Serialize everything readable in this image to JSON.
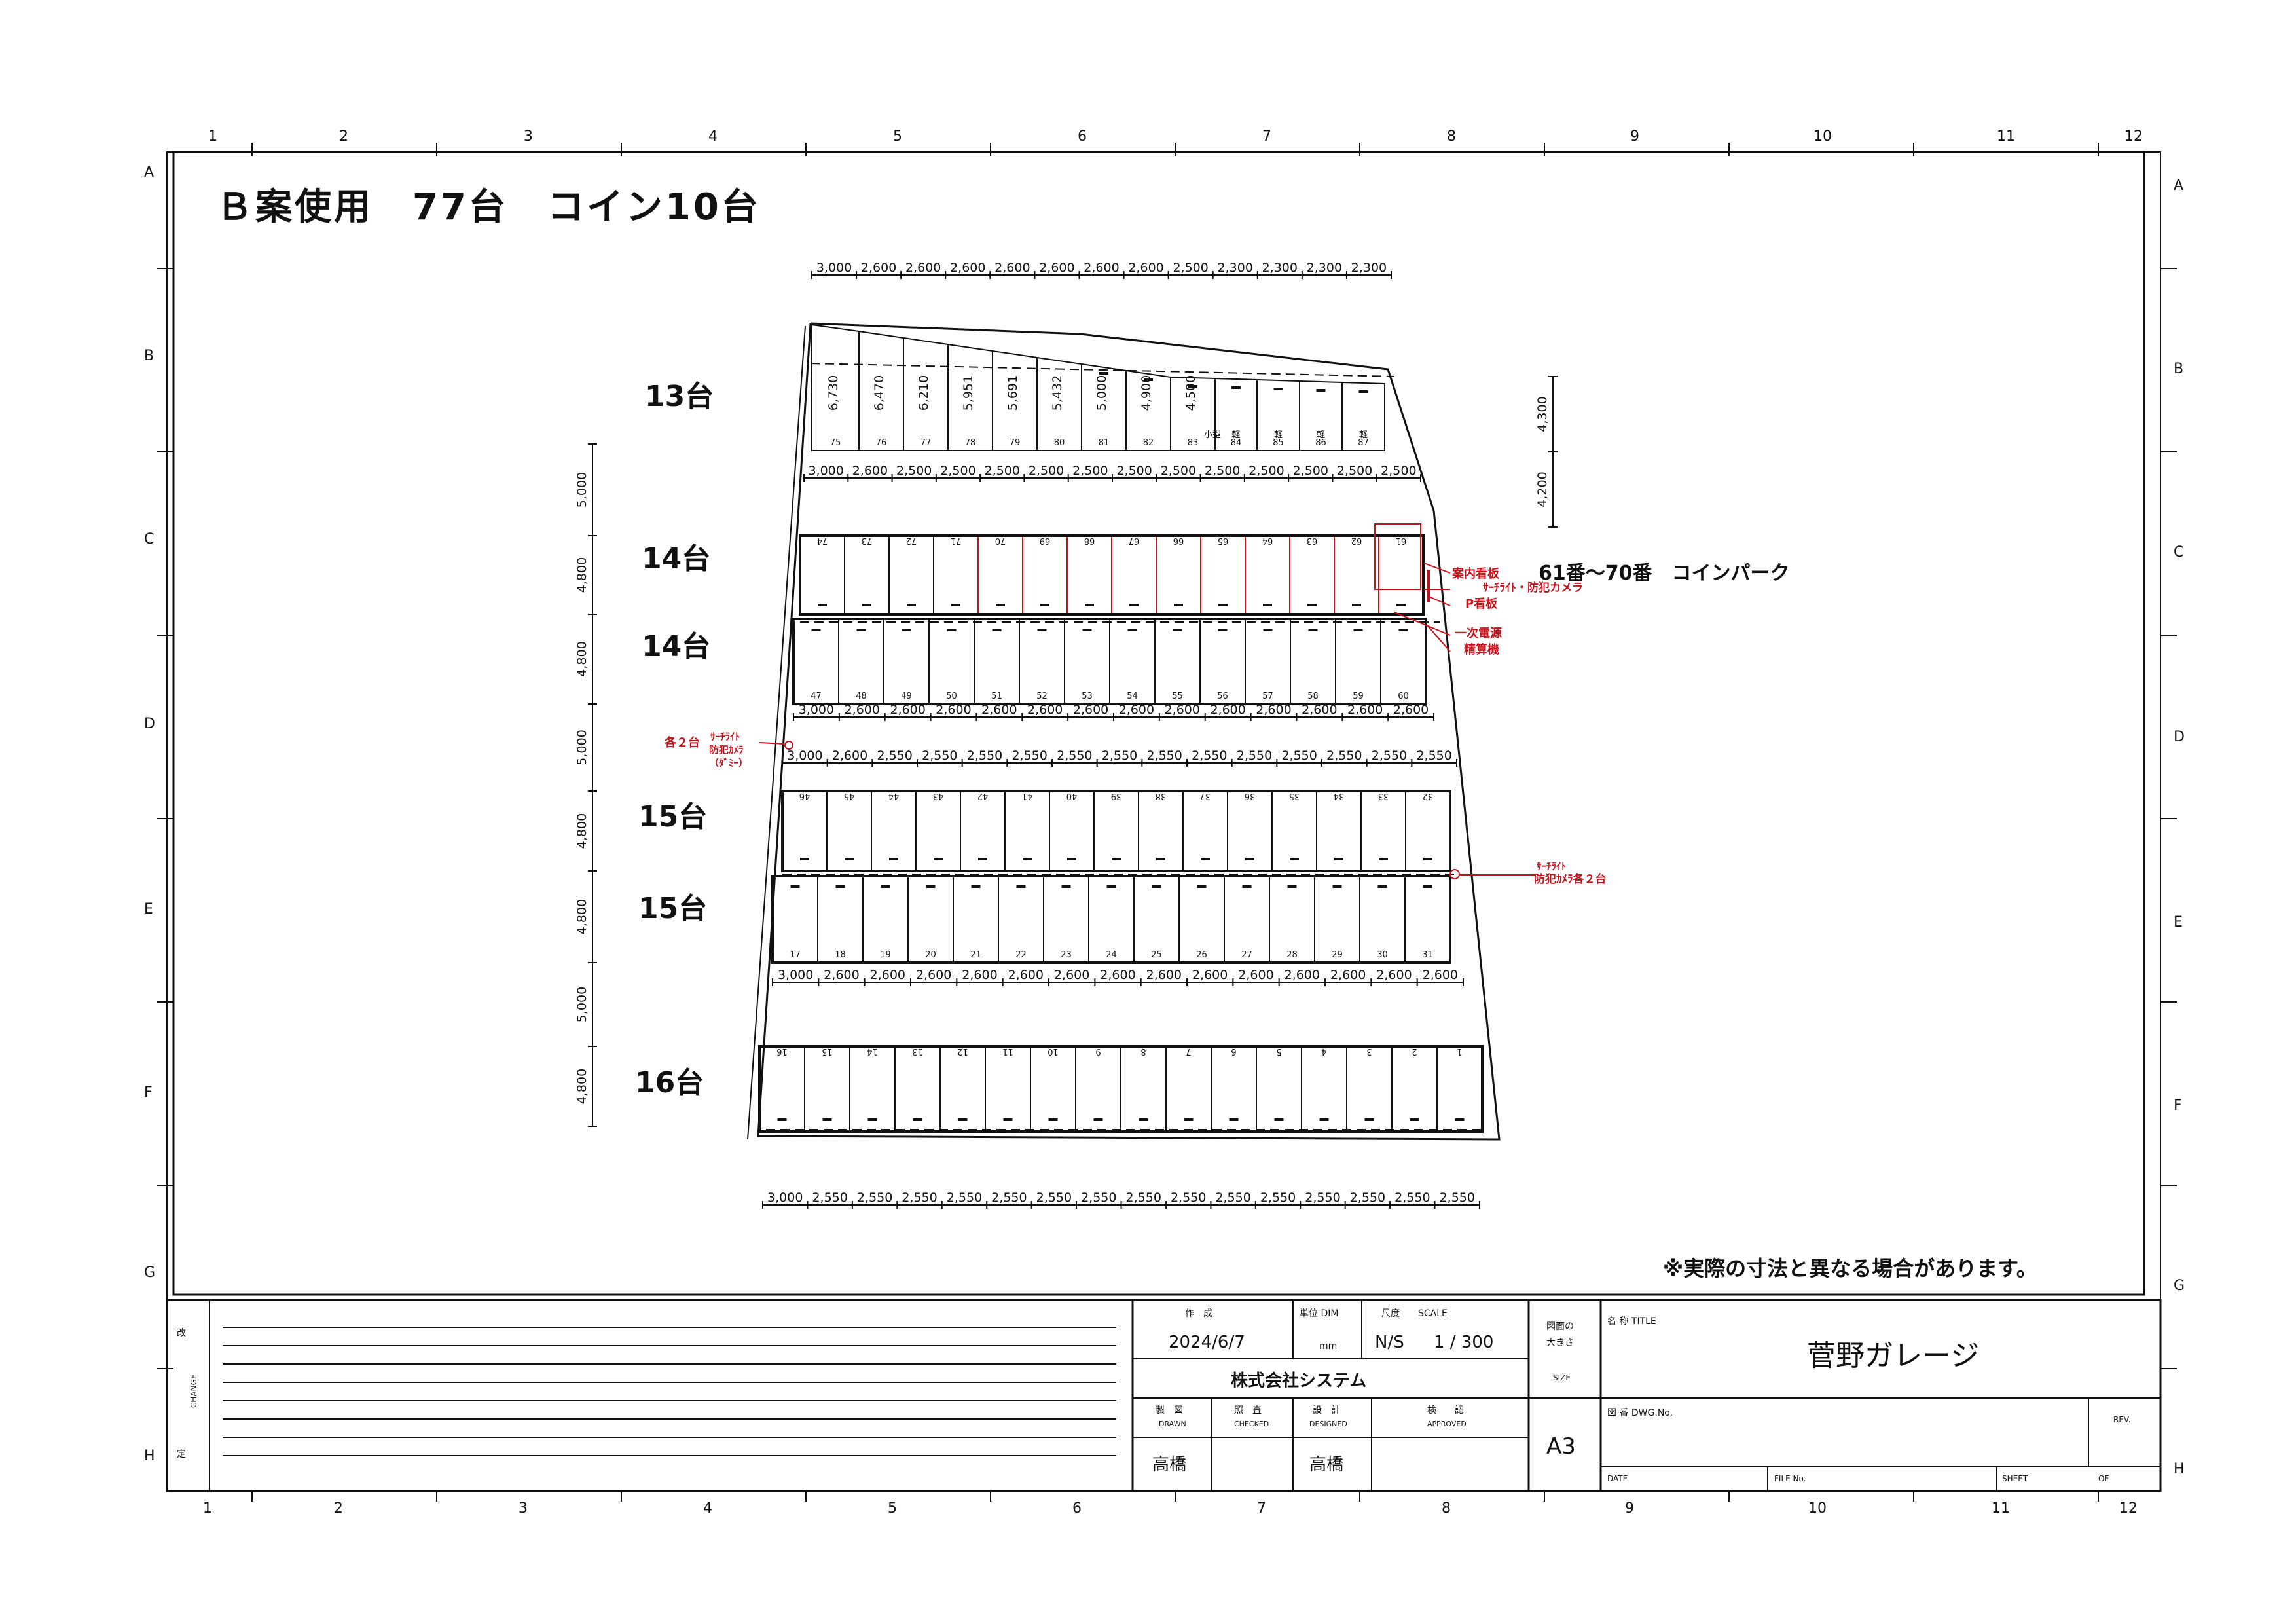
{
  "title": "Ｂ案使用　77台　コイン10台",
  "grid": {
    "columns": [
      "1",
      "2",
      "3",
      "4",
      "5",
      "6",
      "7",
      "8",
      "9",
      "10",
      "11",
      "12"
    ],
    "rows": [
      "A",
      "B",
      "C",
      "D",
      "E",
      "F",
      "G",
      "H"
    ]
  },
  "groups": [
    "13台",
    "14台",
    "14台",
    "15台",
    "15台",
    "16台"
  ],
  "coin_label": "61番～70番　コインパーク",
  "notes": {
    "guide_board": "案内看板",
    "light_camera": "ｻｰﾁﾗｲﾄ・防犯カメラ",
    "p_board": "P看板",
    "power": "一次電源",
    "payment": "精算機",
    "left_cam_1": "各２台",
    "left_cam_2": "ｻｰﾁﾗｲﾄ",
    "left_cam_3": "防犯ｶﾒﾗ",
    "left_cam_4": "（ﾀﾞﾐｰ）",
    "right_cam_1": "ｻｰﾁﾗｲﾄ",
    "right_cam_2": "防犯ｶﾒﾗ各２台",
    "disclaimer": "※実際の寸法と異なる場合があります。",
    "light_small": "小型",
    "light_kei": "軽"
  },
  "dimensions": {
    "top": [
      "3,000",
      "2,600",
      "2,600",
      "2,600",
      "2,600",
      "2,600",
      "2,600",
      "2,600",
      "2,500",
      "2,300",
      "2,300",
      "2,300",
      "2,300"
    ],
    "row13_bottom": [
      "3,000",
      "2,600",
      "2,500",
      "2,500",
      "2,500",
      "2,500",
      "2,500",
      "2,500",
      "2,500",
      "2,500",
      "2,500",
      "2,500",
      "2,500",
      "2,500"
    ],
    "row14_bottom": [
      "3,000",
      "2,600",
      "2,600",
      "2,600",
      "2,600",
      "2,600",
      "2,600",
      "2,600",
      "2,600",
      "2,600",
      "2,600",
      "2,600",
      "2,600",
      "2,600"
    ],
    "row15_top": [
      "3,000",
      "2,600",
      "2,550",
      "2,550",
      "2,550",
      "2,550",
      "2,550",
      "2,550",
      "2,550",
      "2,550",
      "2,550",
      "2,550",
      "2,550",
      "2,550",
      "2,550"
    ],
    "row15_bottom": [
      "3,000",
      "2,600",
      "2,600",
      "2,600",
      "2,600",
      "2,600",
      "2,600",
      "2,600",
      "2,600",
      "2,600",
      "2,600",
      "2,600",
      "2,600",
      "2,600",
      "2,600"
    ],
    "row16_bottom": [
      "3,000",
      "2,550",
      "2,550",
      "2,550",
      "2,550",
      "2,550",
      "2,550",
      "2,550",
      "2,550",
      "2,550",
      "2,550",
      "2,550",
      "2,550",
      "2,550",
      "2,550",
      "2,550"
    ],
    "depths_row13": [
      "6,730",
      "6,470",
      "6,210",
      "5,951",
      "5,691",
      "5,432",
      "5,000",
      "4,900",
      "4,500"
    ],
    "left_vertical": [
      "5,000",
      "4,800",
      "4,800",
      "5,000",
      "4,800",
      "4,800",
      "5,000",
      "4,800"
    ],
    "right_vertical": [
      "4,300",
      "4,200"
    ]
  },
  "spaces": {
    "row13": [
      "75",
      "76",
      "77",
      "78",
      "79",
      "80",
      "81",
      "82",
      "83",
      "84",
      "85",
      "86",
      "87"
    ],
    "row14a": [
      "74",
      "73",
      "72",
      "71",
      "70",
      "69",
      "68",
      "67",
      "66",
      "65",
      "64",
      "63",
      "62",
      "61"
    ],
    "row14b": [
      "47",
      "48",
      "49",
      "50",
      "51",
      "52",
      "53",
      "54",
      "55",
      "56",
      "57",
      "58",
      "59",
      "60"
    ],
    "row15a": [
      "46",
      "45",
      "44",
      "43",
      "42",
      "41",
      "40",
      "39",
      "38",
      "37",
      "36",
      "35",
      "34",
      "33",
      "32"
    ],
    "row15b": [
      "17",
      "18",
      "19",
      "20",
      "21",
      "22",
      "23",
      "24",
      "25",
      "26",
      "27",
      "28",
      "29",
      "30",
      "31"
    ],
    "row16": [
      "16",
      "15",
      "14",
      "13",
      "12",
      "11",
      "10",
      "9",
      "8",
      "7",
      "6",
      "5",
      "4",
      "3",
      "2",
      "1"
    ]
  },
  "title_block": {
    "change_1": "改",
    "change_2": "定",
    "change_en": "CHANGE",
    "created_label": "作　成",
    "created_date": "2024/6/7",
    "unit_label": "単位 DIM",
    "unit_value": "mm",
    "scale_label": "尺度　　SCALE",
    "scale_ns": "N/S",
    "scale_value": "1 / 300",
    "company": "株式会社システム",
    "drawn_label": "製　図",
    "drawn_en": "DRAWN",
    "checked_label": "照　査",
    "checked_en": "CHECKED",
    "designed_label": "設　計",
    "designed_en": "DESIGNED",
    "approved_label": "検　　認",
    "approved_en": "APPROVED",
    "drawn_by": "高橋",
    "designed_by": "高橋",
    "size_label_1": "図面の",
    "size_label_2": "大きさ",
    "size_en": "SIZE",
    "size_value": "A3",
    "name_label": "名 称 TITLE",
    "name_value": "菅野ガレージ",
    "dwg_label": "図 番 DWG.No.",
    "rev_label": "REV.",
    "date_label": "DATE",
    "file_label": "FILE No.",
    "sheet_label": "SHEET",
    "of_label": "OF"
  },
  "colors": {
    "ink": "#111111",
    "red": "#c8101a"
  }
}
